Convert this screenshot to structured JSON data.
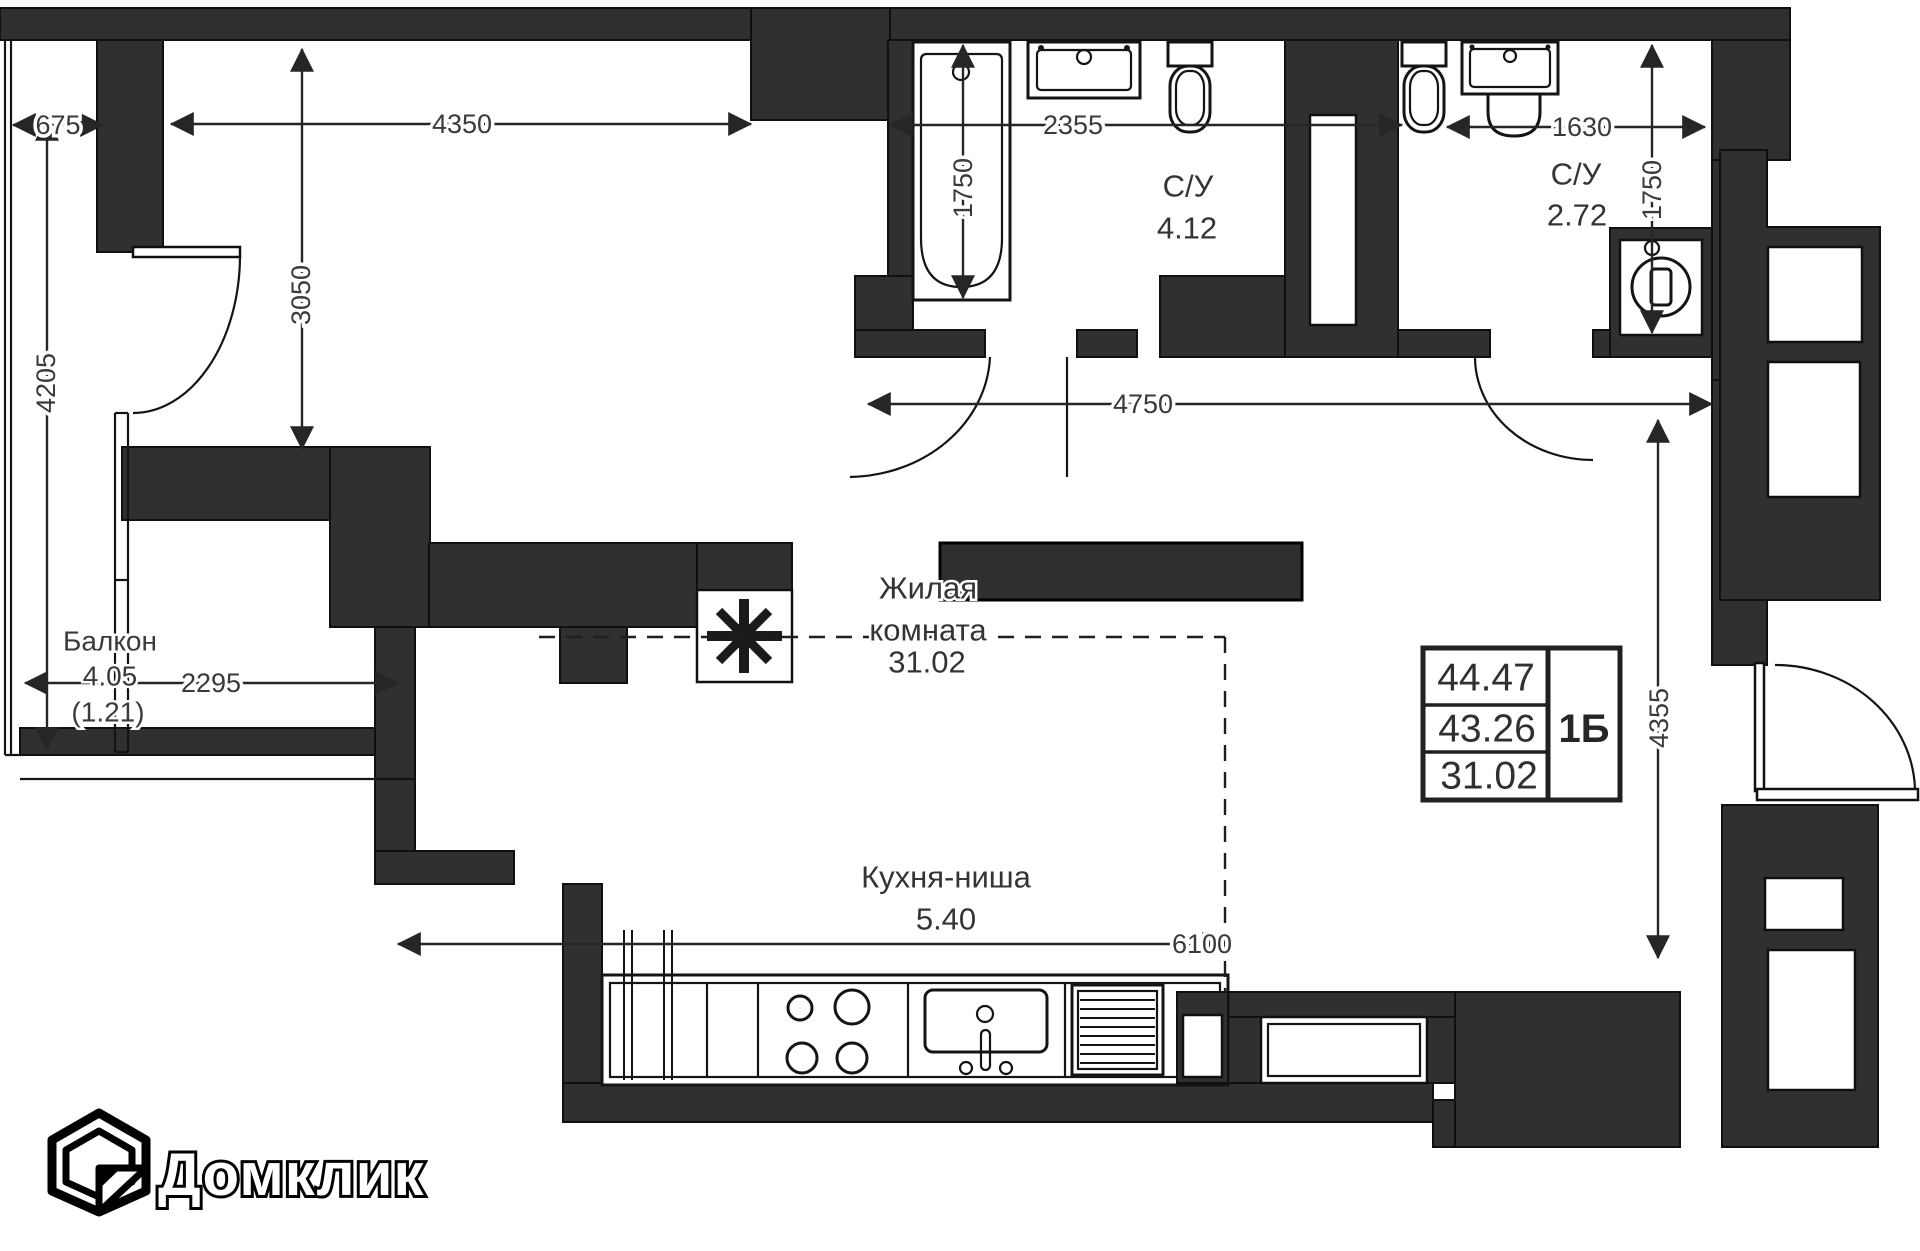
{
  "plan": {
    "rooms": {
      "living": {
        "name_line1": "Жилая",
        "name_line2": "комната",
        "area": "31.02"
      },
      "kitchen": {
        "name": "Кухня-ниша",
        "area": "5.40"
      },
      "bath1": {
        "name": "С/У",
        "area": "4.12"
      },
      "bath2": {
        "name": "С/У",
        "area": "2.72"
      },
      "balcony": {
        "name": "Балкон",
        "area": "4.05",
        "area_coeff": "(1.21)"
      }
    },
    "dimensions": {
      "balcony_width": "675",
      "balcony_height": "4205",
      "living_width": "4350",
      "living_height": "3050",
      "bath1_width": "2355",
      "bath1_height": "1750",
      "bath2_width": "1630",
      "bath2_height": "1750",
      "hall_width": "4750",
      "balcony_bottom_width": "2295",
      "right_side_height": "4355",
      "kitchen_zone_width": "6100"
    },
    "info_box": {
      "area_total": "44.47",
      "area_living": "43.26",
      "area_room": "31.02",
      "flat_type": "1Б"
    },
    "colors": {
      "wall": "#303030",
      "line": "#141414",
      "text": "#3a3a3a",
      "background": "#ffffff"
    }
  },
  "footer": {
    "brand": "Домклик"
  }
}
